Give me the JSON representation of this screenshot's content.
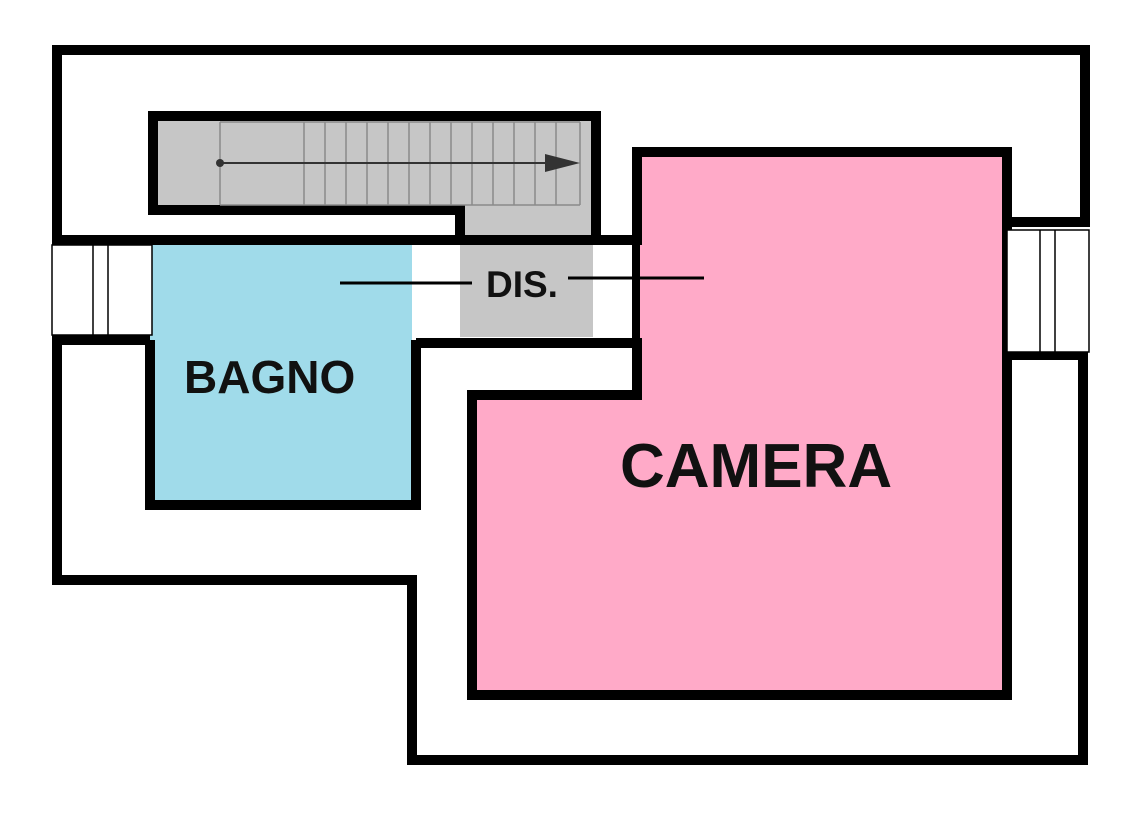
{
  "rooms": {
    "bagno": {
      "label": "BAGNO",
      "color": "#a0dbea"
    },
    "camera": {
      "label": "CAMERA",
      "color": "#ffaac8"
    },
    "disimpegno": {
      "label": "DIS.",
      "color": "#c6c6c6"
    }
  },
  "colors": {
    "wall": "#000000",
    "background": "#ffffff",
    "stair": "#c6c6c6",
    "stair_lines": "#8a8a8a"
  }
}
